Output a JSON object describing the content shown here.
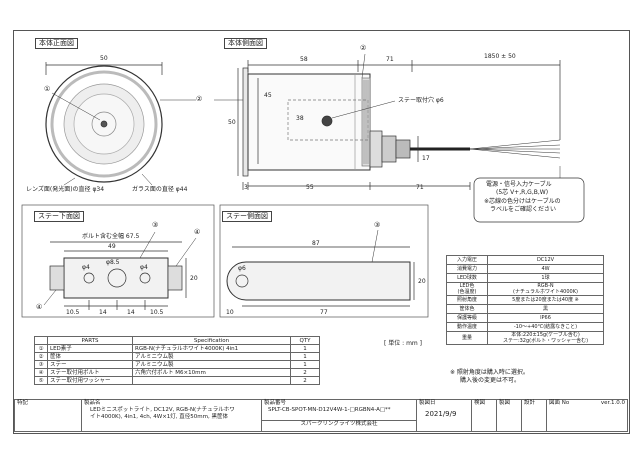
{
  "views": {
    "front_title": "本体正面図",
    "side_title": "本体側面図",
    "stay_bottom_title": "ステー下面図",
    "stay_side_title": "ステー側面図"
  },
  "front": {
    "dim_width": "50",
    "callout_1": "①",
    "callout_2": "②",
    "note_lens": "レンズ面(発光面)の直径 φ34",
    "note_glass": "ガラス面の直径 φ44"
  },
  "side": {
    "dim_58": "58",
    "dim_71_top": "71",
    "dim_1850": "1850 ± 50",
    "dim_45": "45",
    "dim_50": "50",
    "dim_38": "38",
    "dim_3": "3",
    "dim_55": "55",
    "dim_71_bottom": "71",
    "dim_17": "17",
    "callout_2": "②",
    "note_stay_hole": "ステー取付穴 φ6",
    "cable_note_1": "電源・信号入力ケーブル",
    "cable_note_2": "(5芯 V+,R,G,B,W)",
    "cable_note_3": "※芯線の色分けはケーブルの",
    "cable_note_4": "ラベルをご確認ください"
  },
  "stay_bottom": {
    "callout_3": "③",
    "callout_4a": "④",
    "callout_4b": "④",
    "bolt_total": "ボルト含む全幅 67.5",
    "dim_49": "49",
    "hole_left": "φ4",
    "hole_center": "φ8.5",
    "hole_right": "φ4",
    "dim_20": "20",
    "dim_10_5_left": "10.5",
    "dim_14_a": "14",
    "dim_14_b": "14",
    "dim_10_5_right": "10.5"
  },
  "stay_side": {
    "callout_3": "③",
    "dim_87": "87",
    "hole": "φ6",
    "dim_20": "20",
    "dim_10": "10",
    "dim_77": "77"
  },
  "spec_table": [
    [
      "入力電圧",
      "DC12V"
    ],
    [
      "消費電力",
      "4W"
    ],
    [
      "LED球数",
      "1球"
    ],
    [
      "LED色\n(色温度)",
      "RGB-N\n(ナチュラルホワイト4000K)"
    ],
    [
      "照射角度",
      "5度または20度または40度 ※"
    ],
    [
      "筐体色",
      "黒"
    ],
    [
      "保護等級",
      "IP66"
    ],
    [
      "動作温度",
      "-10〜+40℃(結露なきこと)"
    ],
    [
      "重量",
      "本体:220±15g(ケーブル含む)\nステー:32g(ボルト・ワッシャー含む)"
    ]
  ],
  "spec_note_1": "※ 照射角度は購入時に選択。",
  "spec_note_2": "購入後の変更は不可。",
  "unit_label": "[ 単位 : mm ]",
  "parts": {
    "headers": [
      "PARTS",
      "Specification",
      "QTY"
    ],
    "rows": [
      [
        "①",
        "LED素子",
        "RGB-N(ナチュラルホワイト4000K) 4in1",
        "1"
      ],
      [
        "②",
        "筐体",
        "アルミニウム製",
        "1"
      ],
      [
        "③",
        "ステー",
        "アルミニウム製",
        "1"
      ],
      [
        "④",
        "ステー取付用ボルト",
        "六角穴付ボルト M6×10mm",
        "2"
      ],
      [
        "⑤",
        "ステー取付用ワッシャー",
        "",
        "2"
      ]
    ]
  },
  "title_block": {
    "remarks_label": "特記",
    "product_name_label": "製品名",
    "product_name_1": "LEDミニスポットライト, DC12V, RGB-N(ナチュラルホワ",
    "product_name_2": "イト4000K), 4in1, 4ch, 4W×1灯, 直径50mm, 黒筐体",
    "product_code_label": "製品番号",
    "product_code": "SPLT-CB-SPOT-MN-D12V4W-1-□RGBN4-A□**",
    "company": "スパークリングライツ株式会社",
    "date_label": "製図日",
    "date": "2021/9/9",
    "approve_1": "検図",
    "approve_2": "製図",
    "approve_3": "設計",
    "drawing_no_label": "図面 No",
    "version": "ver.1.0.0"
  }
}
